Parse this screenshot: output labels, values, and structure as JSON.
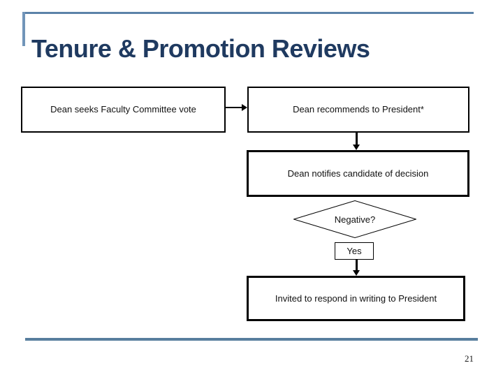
{
  "slide": {
    "title": "Tenure & Promotion Reviews",
    "page_number": "21"
  },
  "colors": {
    "title_text": "#1F3A60",
    "accent_line": "#5B82A8",
    "accent_line_light": "#7195B9",
    "footer_line": "#587E9E",
    "shape_border": "#000000",
    "shape_fill": "#FFFFFF"
  },
  "flowchart": {
    "box_dean_seeks_vote": "Dean seeks Faculty Committee vote",
    "box_dean_recommends": "Dean recommends to President*",
    "box_dean_notifies": "Dean notifies candidate of decision",
    "decision_negative": "Negative?",
    "label_yes": "Yes",
    "box_invited_respond": "Invited to respond in writing to President"
  }
}
